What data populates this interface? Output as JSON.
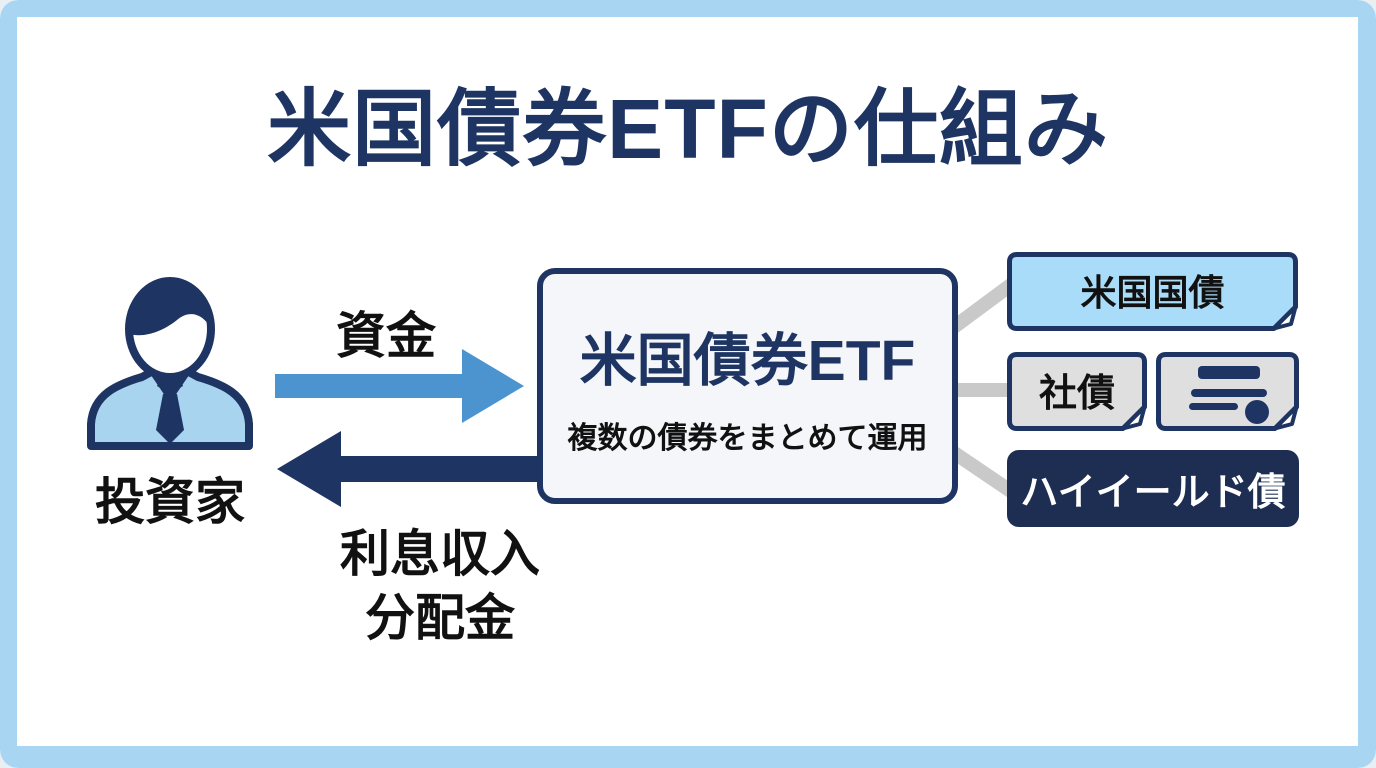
{
  "title": "米国債券ETFの仕組み",
  "investor": {
    "label": "投資家"
  },
  "flows": {
    "fund_label": "資金",
    "return_label_line1": "利息収入",
    "return_label_line2": "分配金"
  },
  "etf_box": {
    "title": "米国債券ETF",
    "subtitle": "複数の債券をまとめて運用"
  },
  "holdings": {
    "treasury": "米国国債",
    "corporate": "社債",
    "high_yield": "ハイイールド債"
  },
  "colors": {
    "frame_blue": "#a8d5f1",
    "navy": "#1e3563",
    "navy_dark_fill": "#1d2e52",
    "arrow_blue": "#4b94d0",
    "light_blue": "#a9dcf8",
    "suit_blue": "#a8d4f0",
    "gray_fill": "#dfdfdf",
    "connector_gray": "#c9c9c9",
    "box_fill": "#f4f6f9",
    "text_black": "#111111"
  }
}
